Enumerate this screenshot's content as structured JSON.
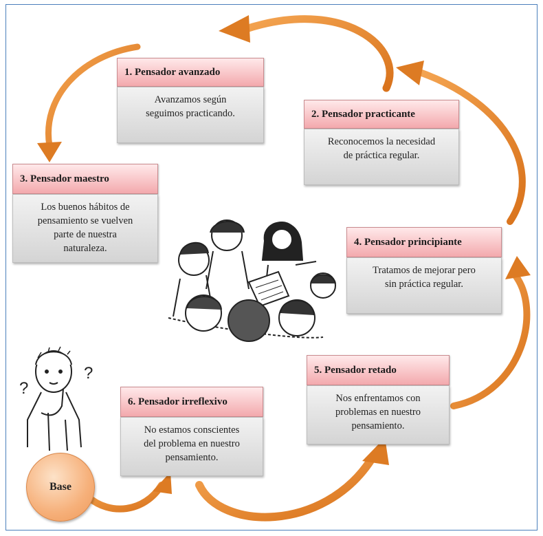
{
  "stages": [
    {
      "title": "1. Pensador avanzado",
      "lines": [
        "Avanzamos según",
        "seguimos practicando."
      ]
    },
    {
      "title": "2. Pensador practicante",
      "lines": [
        "Reconocemos la necesidad",
        "de práctica regular."
      ]
    },
    {
      "title": "3. Pensador maestro",
      "lines": [
        "Los buenos hábitos de",
        "pensamiento se vuelven",
        "parte de nuestra",
        "naturaleza."
      ]
    },
    {
      "title": "4. Pensador principiante",
      "lines": [
        "Tratamos de mejorar pero",
        "sin práctica regular."
      ]
    },
    {
      "title": "5. Pensador retado",
      "lines": [
        "Nos enfrentamos con",
        "problemas en nuestro",
        "pensamiento."
      ]
    },
    {
      "title": "6. Pensador irreflexivo",
      "lines": [
        "No estamos conscientes",
        "del problema en nuestro",
        "pensamiento."
      ]
    }
  ],
  "base_label": "Base",
  "colors": {
    "arrow": "#e8892f",
    "header": "#f3a9ad",
    "body": "#d9d9d9",
    "base": "#f6b07a",
    "frame": "#4a7ebb"
  },
  "illustrations": [
    "group-discussion-illustration",
    "thinking-person-illustration"
  ]
}
